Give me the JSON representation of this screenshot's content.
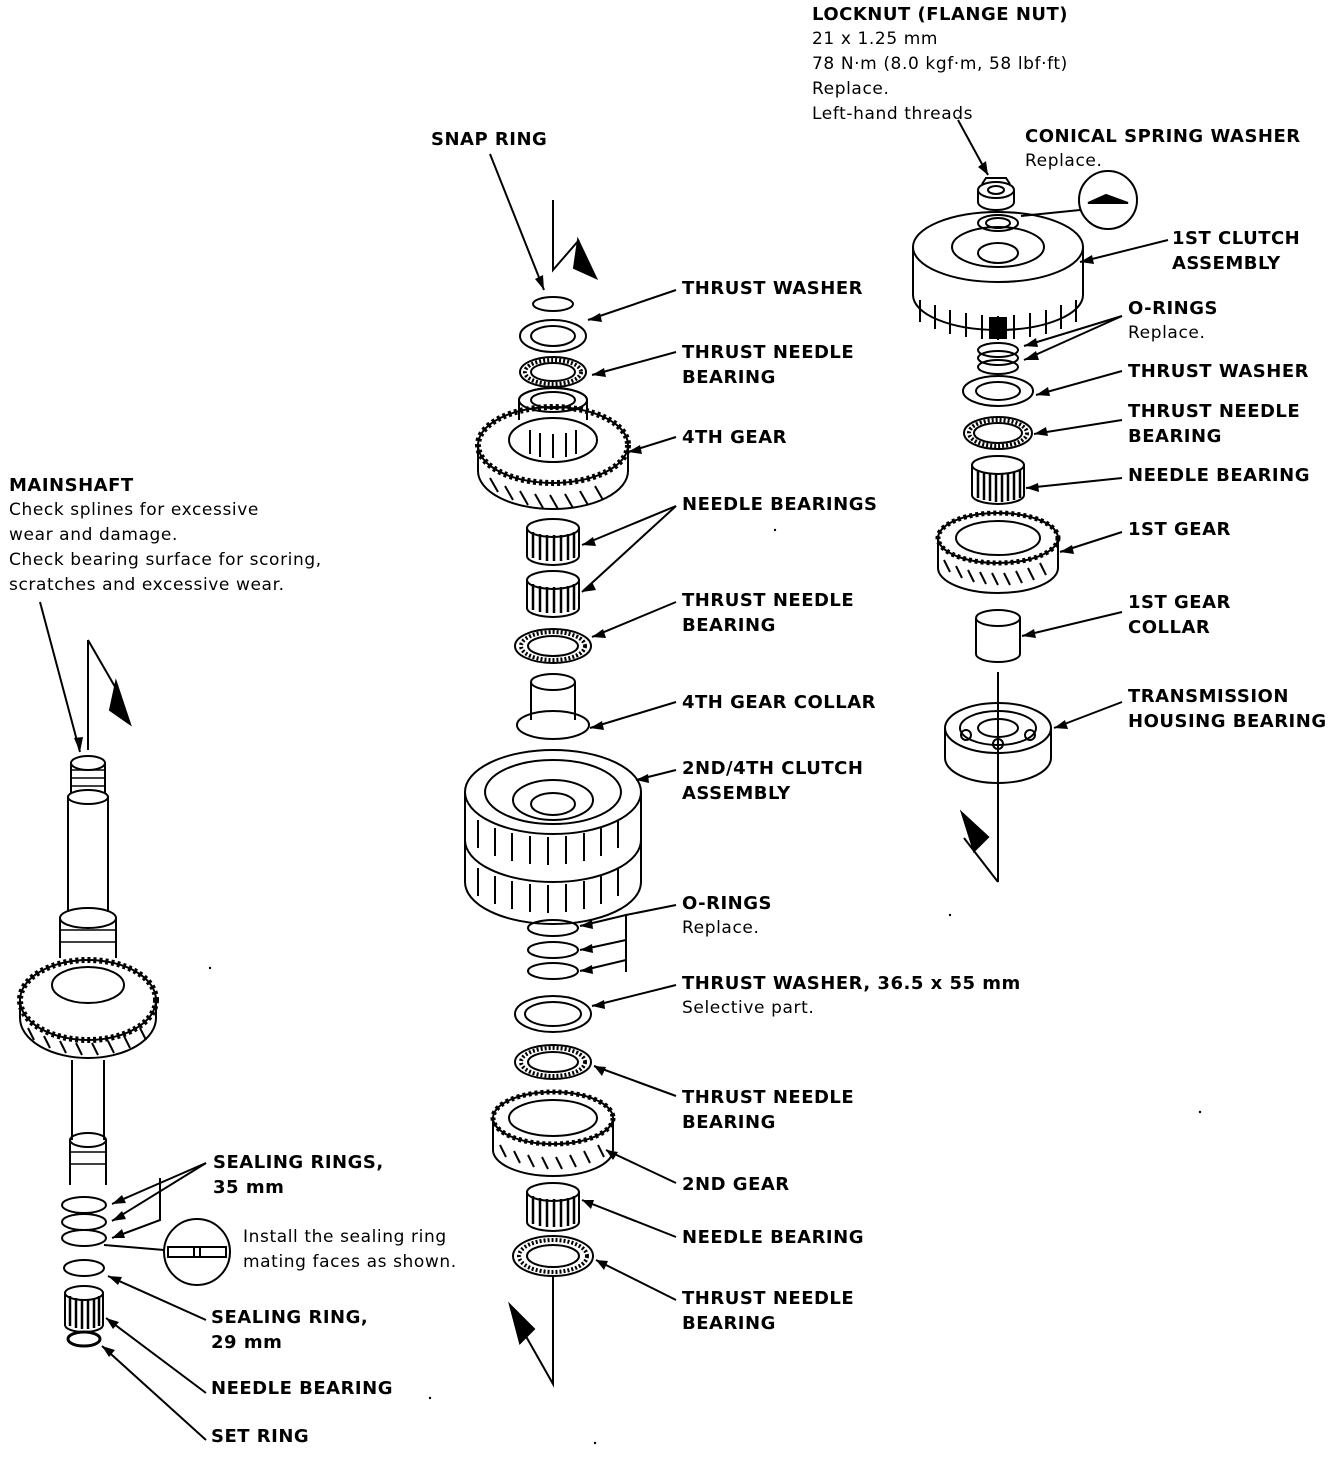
{
  "labels": {
    "locknut": {
      "title": "LOCKNUT (FLANGE NUT)",
      "l1": "21 x 1.25 mm",
      "l2": "78 N·m (8.0 kgf·m, 58 lbf·ft)",
      "l3": "Replace.",
      "l4": "Left-hand threads"
    },
    "conical_washer": {
      "title": "CONICAL SPRING WASHER",
      "l1": "Replace."
    },
    "first_clutch": {
      "l1": "1ST CLUTCH",
      "l2": "ASSEMBLY"
    },
    "orings_right": {
      "title": "O-RINGS",
      "l1": "Replace."
    },
    "thrust_washer_right": {
      "title": "THRUST WASHER"
    },
    "tnb_right": {
      "l1": "THRUST NEEDLE",
      "l2": "BEARING"
    },
    "needle_bearing_right": {
      "title": "NEEDLE BEARING"
    },
    "first_gear": {
      "title": "1ST GEAR"
    },
    "first_gear_collar": {
      "l1": "1ST GEAR",
      "l2": "COLLAR"
    },
    "housing_bearing": {
      "l1": "TRANSMISSION",
      "l2": "HOUSING BEARING"
    },
    "snap_ring": {
      "title": "SNAP RING"
    },
    "thrust_washer_mid": {
      "title": "THRUST WASHER"
    },
    "tnb_mid1": {
      "l1": "THRUST NEEDLE",
      "l2": "BEARING"
    },
    "fourth_gear": {
      "title": "4TH GEAR"
    },
    "needle_bearings_mid": {
      "title": "NEEDLE BEARINGS"
    },
    "tnb_mid2": {
      "l1": "THRUST NEEDLE",
      "l2": "BEARING"
    },
    "fourth_gear_collar": {
      "title": "4TH GEAR COLLAR"
    },
    "clutch_24": {
      "l1": "2ND/4TH CLUTCH",
      "l2": "ASSEMBLY"
    },
    "orings_mid": {
      "title": "O-RINGS",
      "l1": "Replace."
    },
    "thrust_washer_sel": {
      "title": "THRUST WASHER, 36.5 x 55 mm",
      "l1": "Selective part."
    },
    "tnb_mid3": {
      "l1": "THRUST NEEDLE",
      "l2": "BEARING"
    },
    "second_gear": {
      "title": "2ND GEAR"
    },
    "needle_bearing_mid": {
      "title": "NEEDLE BEARING"
    },
    "tnb_mid4": {
      "l1": "THRUST NEEDLE",
      "l2": "BEARING"
    },
    "mainshaft": {
      "title": "MAINSHAFT",
      "l1": "Check splines for excessive",
      "l2": "wear and damage.",
      "l3": "Check bearing surface for scoring,",
      "l4": "scratches and excessive wear."
    },
    "sealing_rings_35": {
      "l1": "SEALING RINGS,",
      "l2": "35 mm"
    },
    "install_note": {
      "l1": "Install the sealing ring",
      "l2": "mating faces as shown."
    },
    "sealing_ring_29": {
      "l1": "SEALING RING,",
      "l2": "29 mm"
    },
    "needle_bearing_left": {
      "title": "NEEDLE BEARING"
    },
    "set_ring": {
      "title": "SET RING"
    }
  }
}
